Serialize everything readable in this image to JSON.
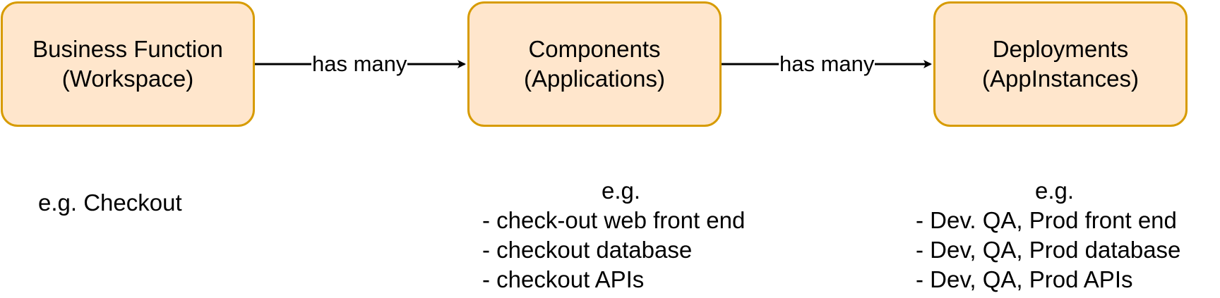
{
  "nodes": [
    {
      "line1": "Business Function",
      "line2": "(Workspace)"
    },
    {
      "line1": "Components",
      "line2": "(Applications)"
    },
    {
      "line1": "Deployments",
      "line2": "(AppInstances)"
    }
  ],
  "edges": [
    {
      "label": "has many"
    },
    {
      "label": "has many"
    }
  ],
  "examples": [
    {
      "text": "e.g. Checkout"
    },
    {
      "head": "e.g.",
      "lines": [
        "- check-out web front end",
        "- checkout database",
        "- checkout APIs"
      ]
    },
    {
      "head": "e.g.",
      "lines": [
        "- Dev. QA, Prod front end",
        "- Dev, QA, Prod database",
        "- Dev, QA, Prod APIs"
      ]
    }
  ],
  "colors": {
    "node_fill": "#ffe6cc",
    "node_stroke": "#d79b00",
    "edge": "#000000"
  }
}
